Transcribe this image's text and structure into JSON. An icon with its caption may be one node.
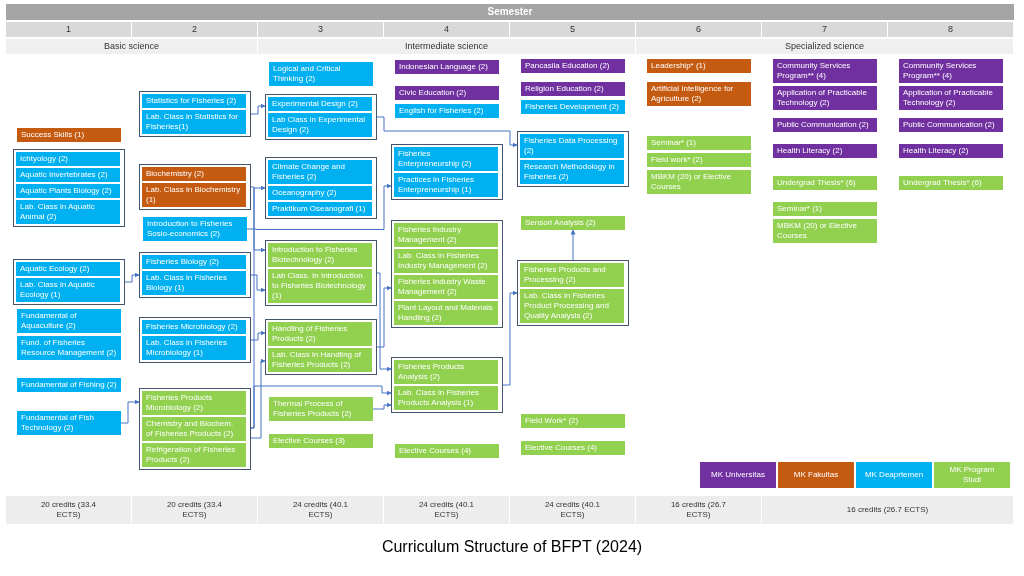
{
  "diagram": {
    "caption": "Curriculum Structure of BFPT (2024)",
    "nodes": [
      {
        "text": [
          "Success Skills (1)"
        ]
      },
      {
        "text": [],
        "shape": "box"
      },
      {
        "text": [
          "Ichtyology (2)"
        ],
        "in": 1
      },
      {
        "text": [
          "Aquatic Invertebrates (2)"
        ],
        "in": 1
      },
      {
        "text": [
          "Aquatic Plants Biology (2)"
        ],
        "in": 1
      },
      {
        "text": [
          "Lab. Class in Aquatic Animal (2)"
        ],
        "in": 1
      },
      {
        "text": [],
        "shape": "box"
      },
      {
        "text": [
          "Aquatic Ecology (2)"
        ],
        "in": 6
      },
      {
        "text": [
          "Lab. Class in Aquatic Ecology (1)"
        ],
        "in": 6
      },
      {
        "text": [
          "Fundamental of Aquaculture (2)"
        ]
      },
      {
        "text": [
          "Fund. of Fisheries Resource Management (2)"
        ]
      },
      {
        "text": [
          "Fundamental of Fishing (2)"
        ]
      },
      {
        "text": [
          "Fundamental of Fish Technology (2)"
        ]
      },
      {
        "text": [],
        "shape": "box"
      },
      {
        "text": [
          "Statistics for Fisheries (2)"
        ],
        "in": 13
      },
      {
        "text": [
          "Lab. Class in Statistics for Fisheries(1)"
        ],
        "in": 13
      },
      {
        "text": [],
        "shape": "box"
      },
      {
        "text": [
          "Biochemistry (2)"
        ],
        "in": 16
      },
      {
        "text": [
          "Lab. Class in Biochemistry (1)"
        ],
        "in": 16
      },
      {
        "text": [
          "Introduction to Fisheries Sosio-economics (2)"
        ]
      },
      {
        "text": [],
        "shape": "box"
      },
      {
        "text": [
          "Fisheries Biology (2)"
        ],
        "in": 20
      },
      {
        "text": [
          "Lab. Class in Fisheries Biology (1)"
        ],
        "in": 20
      },
      {
        "text": [],
        "shape": "box"
      },
      {
        "text": [
          "Fisheries Microbiology (2)"
        ],
        "in": 23
      },
      {
        "text": [
          "Lab. Class in Fisheries Microbiology (1)"
        ],
        "in": 23
      },
      {
        "text": [],
        "shape": "box"
      },
      {
        "text": [
          "Fisheries Products Microbiology (2)"
        ],
        "in": 26
      },
      {
        "text": [
          "Chemistry and Biochem. of Fisheries Products (2)"
        ],
        "in": 26
      },
      {
        "text": [
          "Refrigeration of Fisheries Products (2)"
        ],
        "in": 26
      },
      {
        "text": [
          "Logical and Critical Thinking (2)"
        ]
      },
      {
        "text": [],
        "shape": "box"
      },
      {
        "text": [
          "Experimental Design (2)"
        ],
        "in": 31
      },
      {
        "text": [
          "Lab Class in Experimental Design (2)"
        ],
        "in": 31
      },
      {
        "text": [],
        "shape": "box"
      },
      {
        "text": [
          "Climate Change and Fisheries (2)"
        ],
        "in": 34
      },
      {
        "text": [
          "Oceanography (2)"
        ],
        "in": 34
      },
      {
        "text": [
          "Praktikum Oseanografi (1)"
        ],
        "in": 34
      },
      {
        "text": [],
        "shape": "box"
      },
      {
        "text": [
          "Introduction to Fisheries Biotechnology (2)"
        ],
        "in": 38
      },
      {
        "text": [
          "Lab Class. In Introduction to Fisheries Biotechnology (1)"
        ],
        "in": 38
      },
      {
        "text": [],
        "shape": "box"
      },
      {
        "text": [
          "Handling of Fisheries Products (2)"
        ],
        "in": 41
      },
      {
        "text": [
          "Lab. Class in Handling of Fisheries Products (2)"
        ],
        "in": 41
      },
      {
        "text": [
          "Thermal Process of Fisheries Products (2)"
        ]
      },
      {
        "text": [
          "Elective Courses (3)"
        ]
      },
      {
        "text": [
          "Indonesian Language (2)"
        ]
      },
      {
        "text": [
          "Civic Education (2)"
        ]
      },
      {
        "text": [
          "English for Fisheries (2)"
        ]
      },
      {
        "text": [],
        "shape": "box"
      },
      {
        "text": [
          "Fisheries Enterpreneurship (2)"
        ],
        "in": 49
      },
      {
        "text": [
          "Practices in Fisheries Enterpreneurship (1)"
        ],
        "in": 49
      },
      {
        "text": [],
        "shape": "box"
      },
      {
        "text": [
          "Fisheries Industry Management (2)"
        ],
        "in": 52
      },
      {
        "text": [
          "Lab. Class in Fisheries Industry Management (2)"
        ],
        "in": 52
      },
      {
        "text": [
          "Fisheries Industry Waste Management (2)"
        ],
        "in": 52
      },
      {
        "text": [
          "Plant Layout and Materials Handling (2)"
        ],
        "in": 52
      },
      {
        "text": [],
        "shape": "box"
      },
      {
        "text": [
          "Fisheries Products Analysis (2)"
        ],
        "in": 57
      },
      {
        "text": [
          "Lab. Class in Fisheries Products Analysis (1)"
        ],
        "in": 57
      },
      {
        "text": [
          "Elective Courses (4)"
        ]
      },
      {
        "text": [
          "Pancasila Education (2)"
        ]
      },
      {
        "text": [
          "Religion Education (2)"
        ]
      },
      {
        "text": [
          "Fisheries Development (2)"
        ]
      },
      {
        "text": [],
        "shape": "box"
      },
      {
        "text": [
          "Fisheries Data Processing (2)"
        ],
        "in": 64
      },
      {
        "text": [
          "Research Methodology in Fisheries (2)"
        ],
        "in": 64
      },
      {
        "text": [
          "Sensori Analysis (2)"
        ]
      },
      {
        "text": [],
        "shape": "box"
      },
      {
        "text": [
          "Fisheries Products and Processing (2)"
        ],
        "in": 68
      },
      {
        "text": [
          "Lab. Class in Fisheries Product Processing and Quality Analysis (2)"
        ],
        "in": 68
      },
      {
        "text": [
          "Field Work* (2)"
        ]
      },
      {
        "text": [
          "Elective Courses (4)"
        ]
      },
      {
        "text": [
          "Leadership* (1)"
        ]
      },
      {
        "text": [
          "Artificial Intelligence for Agriculture (2)"
        ]
      },
      {
        "text": [
          "Seminar* (1)"
        ]
      },
      {
        "text": [
          "Field work* (2)"
        ]
      },
      {
        "text": [
          "MBKM (20) or Elective Courses"
        ]
      },
      {
        "text": [
          "Community Services Program** (4)"
        ]
      },
      {
        "text": [
          "Application of Practicable Technology (2)"
        ]
      },
      {
        "text": [
          "Public Communication (2)"
        ]
      },
      {
        "text": [
          "Health Literacy (2)"
        ]
      },
      {
        "text": [
          "Undergrad Thesis* (6)"
        ]
      },
      {
        "text": [
          "Seminar* (1)"
        ]
      },
      {
        "text": [
          "MBKM (20) or Elective Courses"
        ]
      },
      {
        "text": [
          "Community Services Program** (4)"
        ]
      },
      {
        "text": [
          "Application of Practicable Technology (2)"
        ]
      },
      {
        "text": [
          "Public Communication (2)"
        ]
      },
      {
        "text": [
          "Health Literacy (2)"
        ]
      },
      {
        "text": [
          "Undergrad Thesis* (6)"
        ]
      }
    ],
    "edges": [
      {
        "from": 13,
        "to": 31,
        "arrow": "to"
      },
      {
        "from": 31,
        "to": 64,
        "arrow": "to"
      },
      {
        "from": 6,
        "to": 20,
        "arrow": "to"
      },
      {
        "from": 12,
        "to": 26,
        "arrow": "to"
      },
      {
        "from": 16,
        "to": 38,
        "arrow": "to"
      },
      {
        "from": 19,
        "to": 49,
        "arrow": "to"
      },
      {
        "from": 20,
        "to": 38,
        "arrow": "to"
      },
      {
        "from": 23,
        "to": 41,
        "arrow": "to"
      },
      {
        "from": 26,
        "to": 34,
        "arrow": "to"
      },
      {
        "from": 26,
        "to": 57,
        "arrow": "to"
      },
      {
        "from": 26,
        "to": 41,
        "arrow": "to"
      },
      {
        "from": 38,
        "to": 57,
        "arrow": "to"
      },
      {
        "from": 41,
        "to": 52,
        "arrow": "to"
      },
      {
        "from": 44,
        "to": 57,
        "arrow": "to"
      },
      {
        "from": 57,
        "to": 68,
        "arrow": "to"
      },
      {
        "from": 68,
        "to": 67,
        "arrow": "to"
      }
    ],
    "labels": [
      "Semester",
      "1",
      "2",
      "3",
      "4",
      "5",
      "6",
      "7",
      "8",
      "Basic science",
      "Intermediate science",
      "Specialized science",
      "20 credits (33.4 ECTS)",
      "20 credits (33.4 ECTS)",
      "24 credits (40.1 ECTS)",
      "24 credits (40.1 ECTS)",
      "24 credits (40.1 ECTS)",
      "16 credits (26.7 ECTS)",
      "16 credits (26.7 ECTS)"
    ],
    "legend": [
      {
        "text": "MK Universitas",
        "color": "#7030a0"
      },
      {
        "text": "MK Fakultas",
        "color": "#c55a11"
      },
      {
        "text": "MK Deaprtemen",
        "color": "#00b0f0"
      },
      {
        "text": "MK Program Studi",
        "color": "#92d050"
      }
    ]
  }
}
